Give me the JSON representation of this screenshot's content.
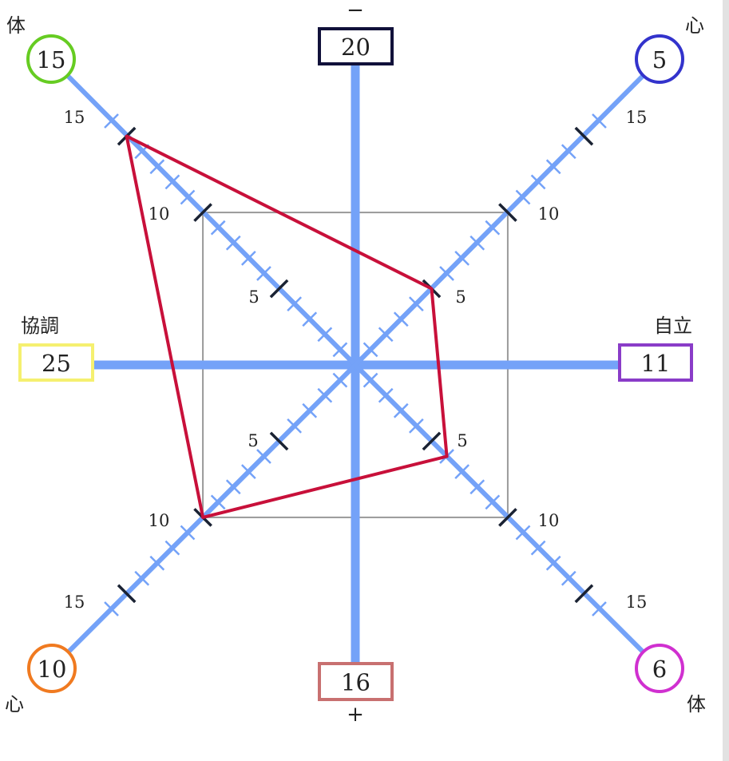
{
  "chart_data": {
    "type": "radar",
    "axes": [
      {
        "id": "top",
        "sign_label": "−",
        "value": "20",
        "box_color": "#11113a"
      },
      {
        "id": "bottom",
        "sign_label": "+",
        "value": "16",
        "box_color": "#c87070"
      },
      {
        "id": "left",
        "label": "協調",
        "value": "25",
        "box_color": "#f5f070"
      },
      {
        "id": "right",
        "label": "自立",
        "value": "11",
        "box_color": "#8a3cc8"
      },
      {
        "id": "top-left",
        "label": "体",
        "value": "15",
        "circle_color": "#66cc22"
      },
      {
        "id": "top-right",
        "label": "心",
        "value": "5",
        "circle_color": "#3333cc"
      },
      {
        "id": "bottom-left",
        "label": "心",
        "value": "10",
        "circle_color": "#f07a20"
      },
      {
        "id": "bottom-right",
        "label": "体",
        "value": "6",
        "circle_color": "#d030d0"
      }
    ],
    "scale_labels": [
      "5",
      "10",
      "15"
    ],
    "polygon": [
      {
        "axis": "top-left",
        "value": 15
      },
      {
        "axis": "top-right",
        "value": 5
      },
      {
        "axis": "bottom-right",
        "value": 6
      },
      {
        "axis": "bottom-left",
        "value": 10
      }
    ],
    "colors": {
      "axis": "#74a2f8",
      "polygon": "#c8103a",
      "reference_square": "#9a9a9a",
      "major_tick": "#1a2233"
    }
  }
}
